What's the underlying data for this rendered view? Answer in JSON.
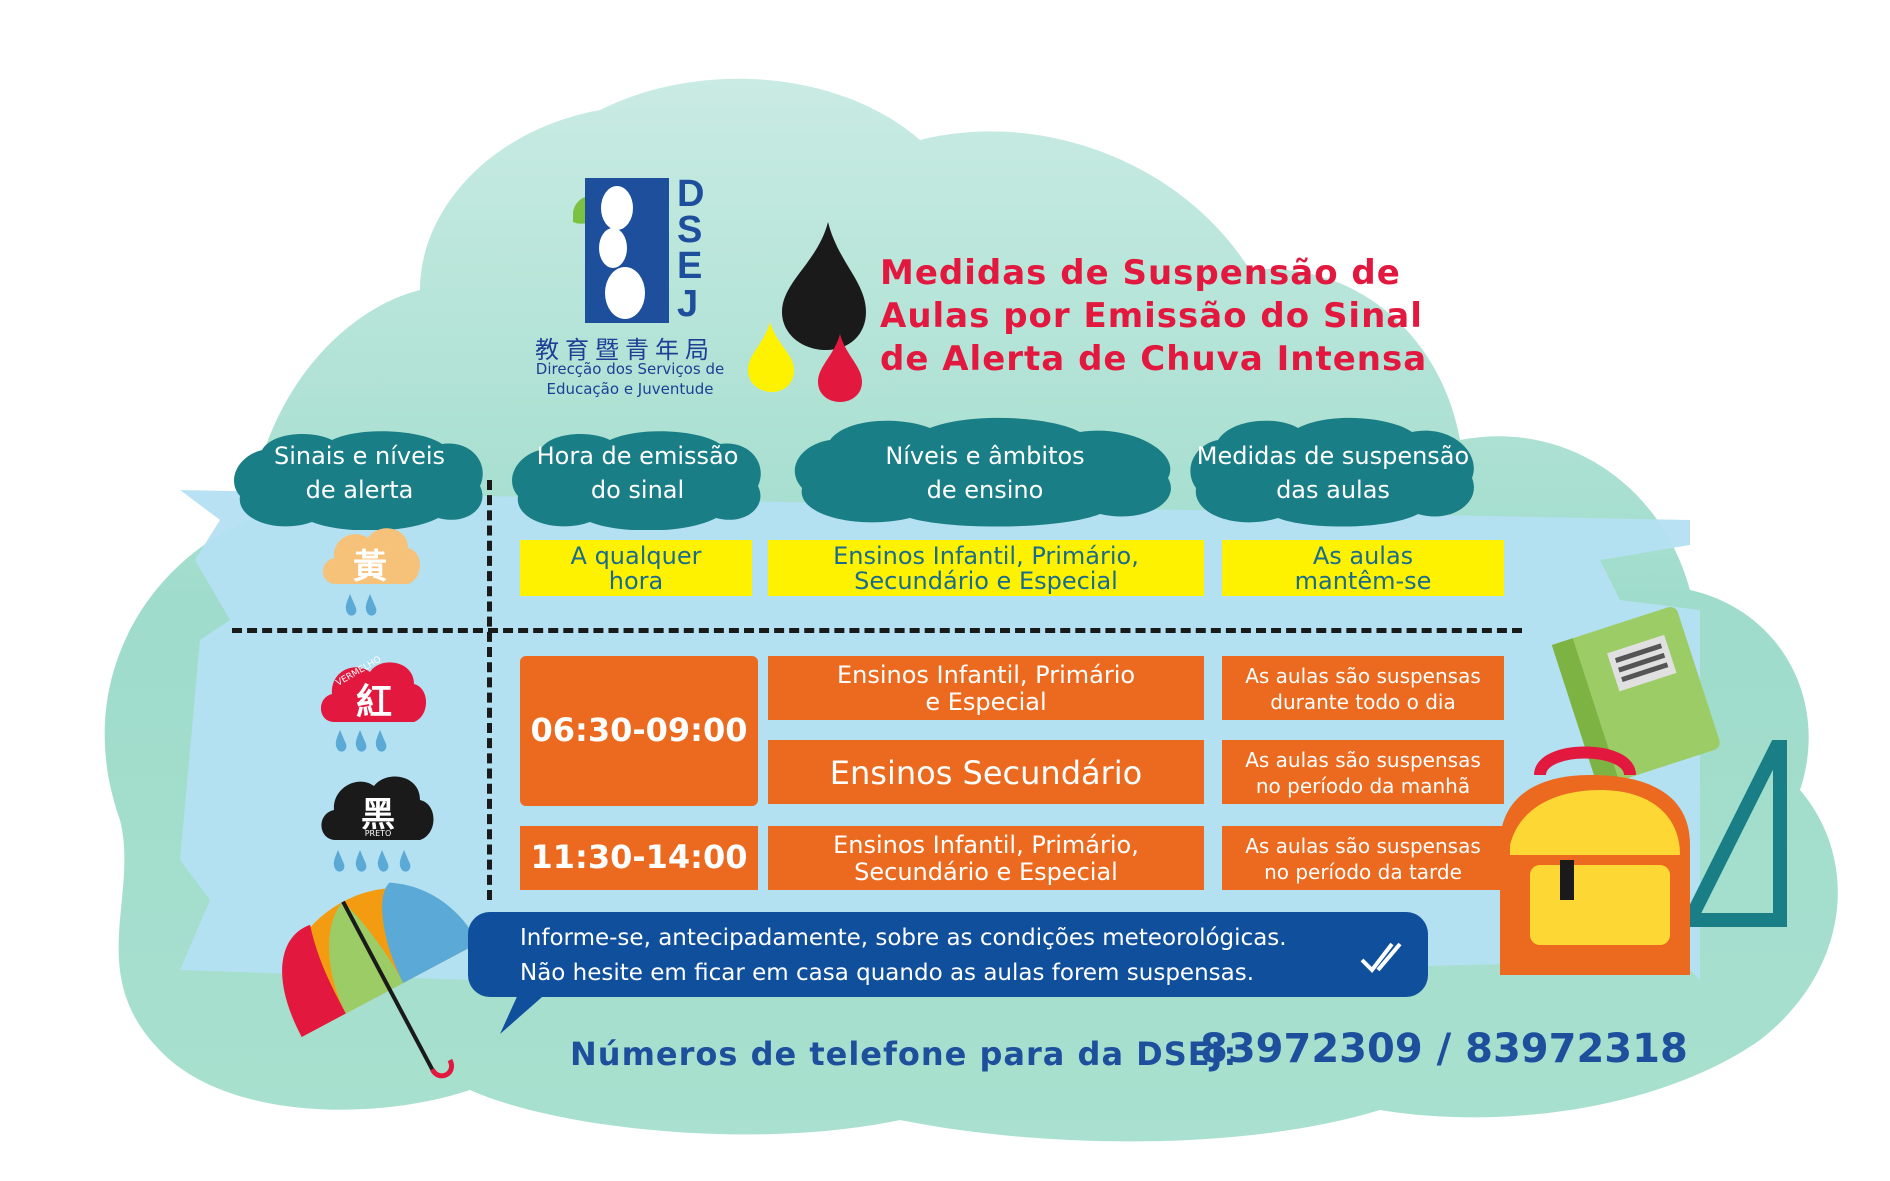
{
  "logo": {
    "letters": "DSEJ",
    "chinese_name": "教育暨青年局",
    "portuguese_line1": "Direcção dos Serviços de",
    "portuguese_line2": "Educação e Juventude"
  },
  "title": {
    "line1": "Medidas de Suspensão de",
    "line2": "Aulas por Emissão do Sinal",
    "line3": "de Alerta de Chuva Intensa"
  },
  "headers": {
    "signals": {
      "line1": "Sinais e níveis",
      "line2": "de alerta"
    },
    "time": {
      "line1": "Hora de emissão",
      "line2": "do sinal"
    },
    "levels": {
      "line1": "Níveis e âmbitos",
      "line2": "de ensino"
    },
    "measures": {
      "line1": "Medidas de suspensão",
      "line2": "das aulas"
    }
  },
  "signals": {
    "yellow": {
      "char": "黃",
      "color": "#f6c27a"
    },
    "red": {
      "char": "紅",
      "small_label": "VERMELHO",
      "color": "#e2183e"
    },
    "black": {
      "char": "黑",
      "small_label": "PRETO",
      "color": "#1a1a1a"
    }
  },
  "rows": {
    "yellow": {
      "time_line1": "A qualquer",
      "time_line2": "hora",
      "levels_line1": "Ensinos Infantil, Primário,",
      "levels_line2": "Secundário e Especial",
      "measure_line1": "As aulas",
      "measure_line2": "mantêm-se"
    },
    "morning": {
      "time": "06:30-09:00",
      "levels_a_line1": "Ensinos Infantil, Primário",
      "levels_a_line2": "e Especial",
      "measure_a_line1": "As aulas são suspensas",
      "measure_a_line2": "durante todo o dia",
      "levels_b": "Ensinos Secundário",
      "measure_b_line1": "As aulas são suspensas",
      "measure_b_line2": "no período da manhã"
    },
    "afternoon": {
      "time": "11:30-14:00",
      "levels_line1": "Ensinos Infantil, Primário,",
      "levels_line2": "Secundário e Especial",
      "measure_line1": "As aulas são suspensas",
      "measure_line2": "no período da tarde"
    }
  },
  "notice": {
    "line1": "Informe-se, antecipadamente, sobre as condições meteorológicas.",
    "line2": "Não hesite em ficar em casa quando as aulas forem suspensas."
  },
  "phone": {
    "label": "Números de telefone para da DSEJ:",
    "numbers": "83972309 / 83972318"
  },
  "colors": {
    "title_red": "#e2183e",
    "header_teal": "#1a7e86",
    "yellow_cell": "#fff200",
    "orange_cell": "#ec6a1f",
    "navy": "#1d4f9c",
    "band_blue": "#b4e0f2"
  }
}
